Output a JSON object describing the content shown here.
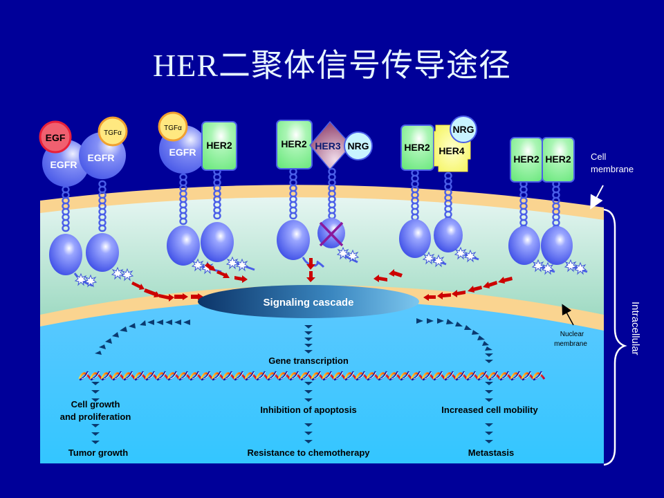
{
  "title": "HER二聚体信号传导途径",
  "colors": {
    "background": "#000099",
    "membrane": "#fad490",
    "cytoplasm_top": "#e6f6f2",
    "cytoplasm_bottom": "#6cc6a4",
    "nucleus_top": "#5cc8ff",
    "nucleus_bottom": "#33c6ff",
    "receptor_body": "#5a6cf0",
    "her2_box": "#7eee90",
    "her3_diamond": "#a05a8a",
    "her4_box": "#ffff66",
    "nrg_circle": "#c8f4ff",
    "egf_circle": "#f05060",
    "tgf_circle": "#ffe070",
    "arrow_red": "#cc0000",
    "arrow_dark": "#0a3a70",
    "inhibit_x": "#8a1a9a"
  },
  "ligands": {
    "egf": "EGF",
    "tgf": "TGFα",
    "nrg": "NRG"
  },
  "receptors": {
    "egfr": "EGFR",
    "her2": "HER2",
    "her3": "HER3",
    "her4": "HER4"
  },
  "labels": {
    "cell_membrane": [
      "Cell",
      "membrane"
    ],
    "nuclear_membrane": [
      "Nuclear",
      "membrane"
    ],
    "intracellular": "Intracellular",
    "signaling_cascade": "Signaling cascade",
    "gene_transcription": "Gene transcription"
  },
  "outcomes": [
    {
      "effect": [
        "Cell growth",
        "and proliferation"
      ],
      "result": "Tumor growth"
    },
    {
      "effect": [
        "Inhibition of apoptosis"
      ],
      "result": "Resistance to chemotherapy"
    },
    {
      "effect": [
        "Increased cell mobility"
      ],
      "result": "Metastasis"
    }
  ]
}
